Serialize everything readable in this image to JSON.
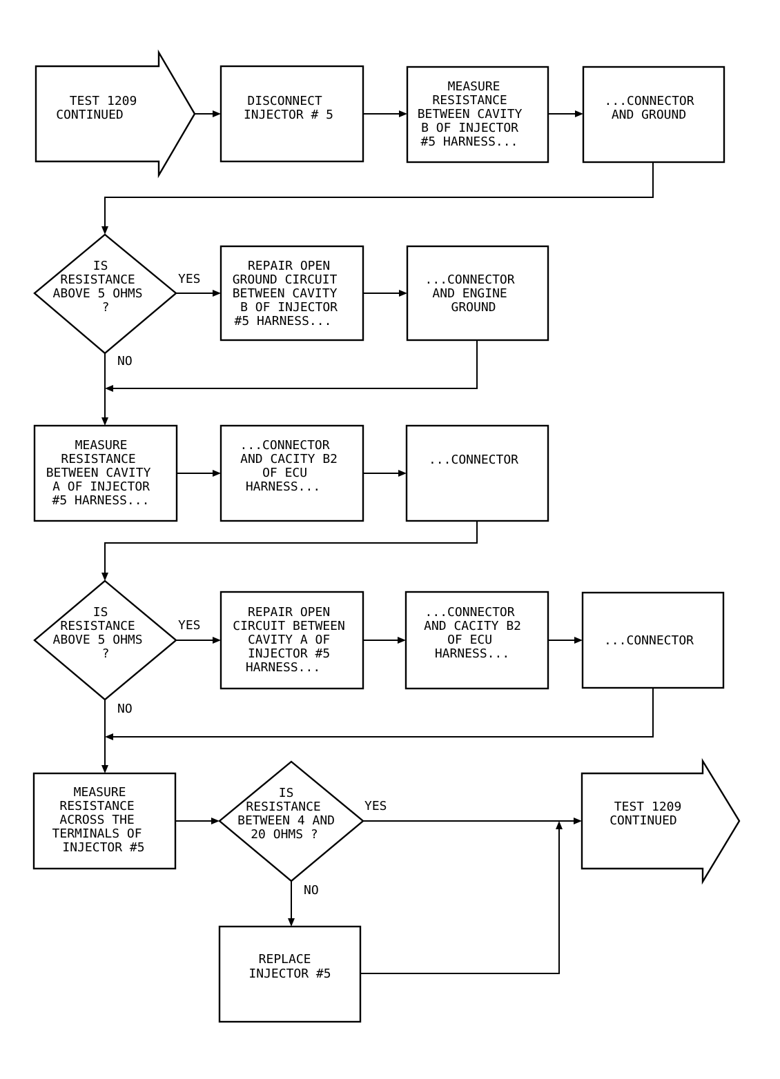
{
  "colors": {
    "line": "#000000",
    "background": "#ffffff"
  },
  "nodes": {
    "start": {
      "shape": "arrow",
      "lines": [
        "TEST 1209",
        "CONTINUED"
      ]
    },
    "disconnect": {
      "shape": "box",
      "lines": [
        "DISCONNECT",
        "INJECTOR # 5"
      ]
    },
    "measure_b": {
      "shape": "box",
      "lines": [
        "MEASURE",
        "RESISTANCE",
        "BETWEEN CAVITY",
        "B OF INJECTOR",
        "#5 HARNESS..."
      ]
    },
    "conn_ground": {
      "shape": "box",
      "lines": [
        "...CONNECTOR",
        "AND GROUND"
      ]
    },
    "decision1": {
      "shape": "diamond",
      "lines": [
        "IS",
        "RESISTANCE",
        "ABOVE 5 OHMS",
        "?"
      ]
    },
    "repair_ground": {
      "shape": "box",
      "lines": [
        "REPAIR OPEN",
        "GROUND CIRCUIT",
        "BETWEEN CAVITY",
        "B OF INJECTOR",
        "#5 HARNESS..."
      ]
    },
    "conn_engine": {
      "shape": "box",
      "lines": [
        "...CONNECTOR",
        "AND ENGINE",
        "GROUND"
      ]
    },
    "measure_a": {
      "shape": "box",
      "lines": [
        "MEASURE",
        "RESISTANCE",
        "BETWEEN CAVITY",
        "A OF INJECTOR",
        "#5 HARNESS..."
      ]
    },
    "conn_b2_1": {
      "shape": "box",
      "lines": [
        "...CONNECTOR",
        "AND CACITY B2",
        "OF ECU",
        "HARNESS..."
      ]
    },
    "conn_1": {
      "shape": "box",
      "lines": [
        "...CONNECTOR"
      ]
    },
    "decision2": {
      "shape": "diamond",
      "lines": [
        "IS",
        "RESISTANCE",
        "ABOVE 5 OHMS",
        "?"
      ]
    },
    "repair_open": {
      "shape": "box",
      "lines": [
        "REPAIR OPEN",
        "CIRCUIT BETWEEN",
        "CAVITY A OF",
        "INJECTOR #5",
        "HARNESS..."
      ]
    },
    "conn_b2_2": {
      "shape": "box",
      "lines": [
        "...CONNECTOR",
        "AND CACITY B2",
        "OF ECU",
        "HARNESS..."
      ]
    },
    "conn_2": {
      "shape": "box",
      "lines": [
        "...CONNECTOR"
      ]
    },
    "measure_term": {
      "shape": "box",
      "lines": [
        "MEASURE",
        "RESISTANCE",
        "ACROSS THE",
        "TERMINALS OF",
        "INJECTOR #5"
      ]
    },
    "decision3": {
      "shape": "diamond",
      "lines": [
        "IS",
        "RESISTANCE",
        "BETWEEN 4 AND",
        "20 OHMS ?"
      ]
    },
    "replace": {
      "shape": "box",
      "lines": [
        "REPLACE",
        "INJECTOR #5"
      ]
    },
    "end": {
      "shape": "arrow",
      "lines": [
        "TEST 1209",
        "CONTINUED"
      ]
    }
  },
  "edge_labels": {
    "d1_yes": "YES",
    "d1_no": "NO",
    "d2_yes": "YES",
    "d2_no": "NO",
    "d3_yes": "YES",
    "d3_no": "NO"
  }
}
